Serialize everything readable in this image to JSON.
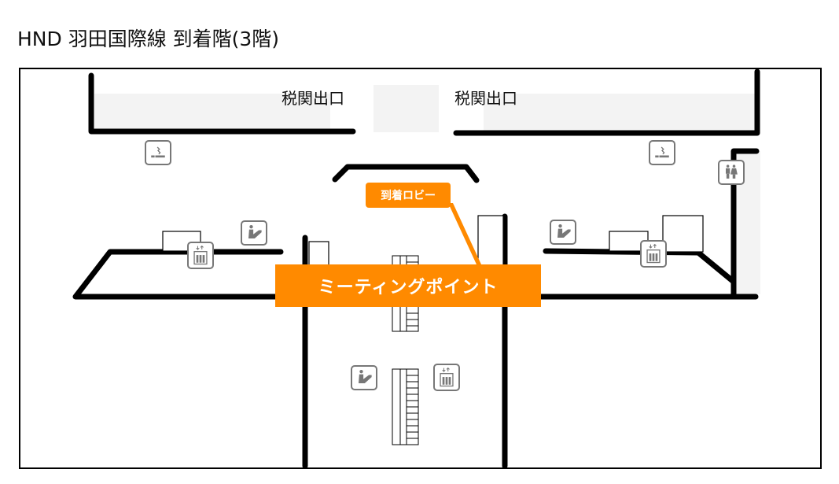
{
  "header": {
    "title": "HND 羽田国際線 到着階(3階)"
  },
  "map": {
    "exits": [
      {
        "label": "税関出口"
      },
      {
        "label": "税関出口"
      }
    ],
    "lobby_label": "到着ロビー",
    "meeting_point_label": "ミーティングポイント",
    "accent_color": "#ff8a00",
    "facilities": [
      {
        "type": "smoking-area",
        "icon": "smoking-icon"
      },
      {
        "type": "smoking-area",
        "icon": "smoking-icon"
      },
      {
        "type": "restroom",
        "icon": "restroom-icon"
      },
      {
        "type": "escalator",
        "icon": "escalator-icon"
      },
      {
        "type": "elevator",
        "icon": "elevator-icon"
      },
      {
        "type": "escalator",
        "icon": "escalator-icon"
      },
      {
        "type": "elevator",
        "icon": "elevator-icon"
      },
      {
        "type": "escalator",
        "icon": "escalator-icon"
      },
      {
        "type": "elevator",
        "icon": "elevator-icon"
      }
    ]
  }
}
